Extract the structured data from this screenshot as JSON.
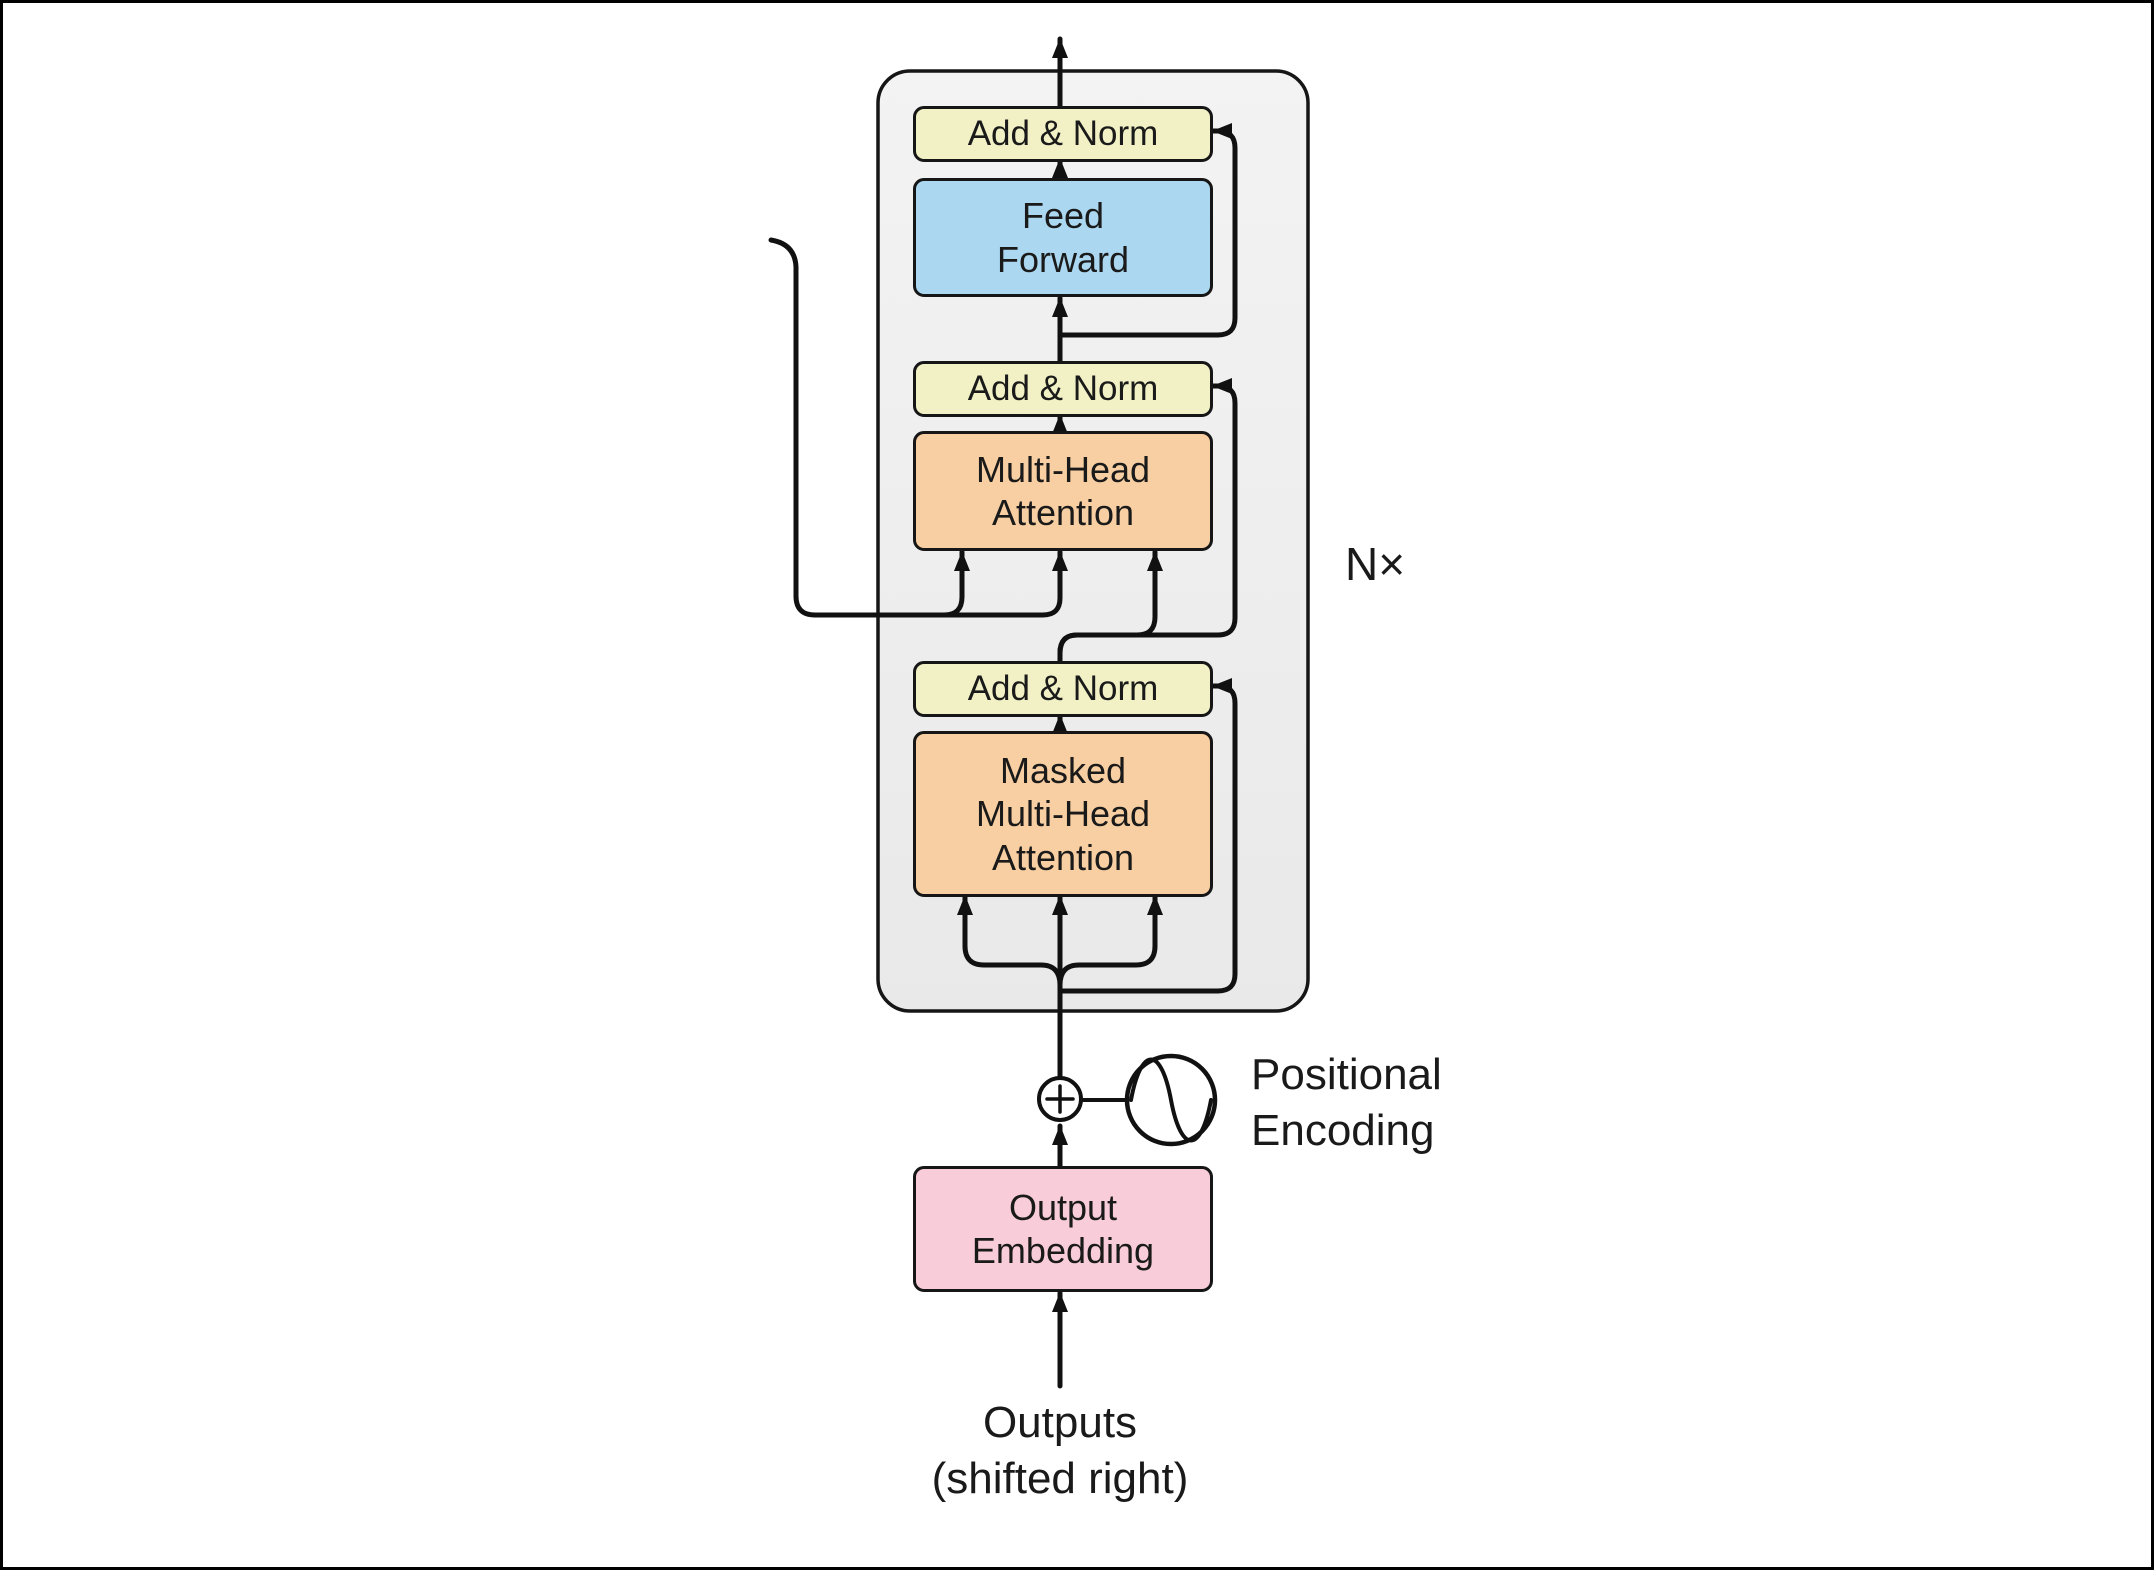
{
  "decoder": {
    "repeat_label": "N×",
    "add_norm_top": {
      "label": "Add & Norm"
    },
    "feed_forward": {
      "lines": [
        "Feed",
        "Forward"
      ]
    },
    "add_norm_middle": {
      "label": "Add & Norm"
    },
    "multi_head_attention": {
      "lines": [
        "Multi-Head",
        "Attention"
      ]
    },
    "add_norm_bottom": {
      "label": "Add & Norm"
    },
    "masked_multi_head_attention": {
      "lines": [
        "Masked",
        "Multi-Head",
        "Attention"
      ]
    }
  },
  "output_embedding": {
    "lines": [
      "Output",
      "Embedding"
    ]
  },
  "positional_encoding_label": {
    "lines": [
      "Positional",
      "Encoding"
    ]
  },
  "outputs_label": {
    "lines": [
      "Outputs",
      "(shifted right)"
    ]
  },
  "icons": {
    "sum": "plus-circle-icon",
    "positional_encoding": "sine-wave-icon"
  },
  "colors": {
    "add_norm_fill": "#f1f1c5",
    "feed_forward_fill": "#abd8f0",
    "attention_fill": "#f8cfa2",
    "embedding_fill": "#f8ccd8",
    "decoder_container_fill": "#ededed",
    "line_color": "#111111"
  }
}
